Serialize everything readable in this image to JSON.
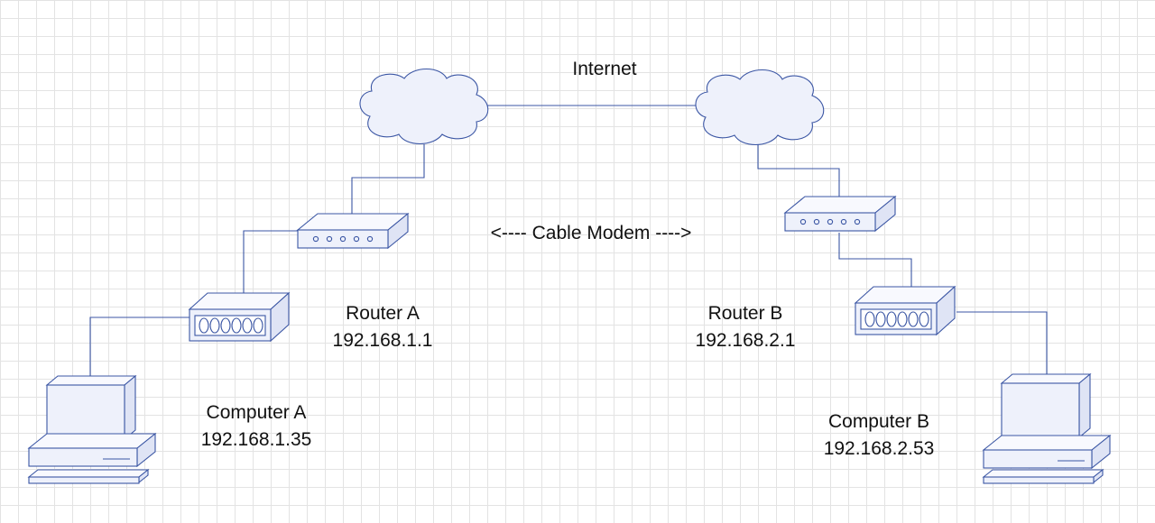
{
  "labels": {
    "internet": "Internet",
    "cable_modem": "<---- Cable Modem ---->",
    "router_a": {
      "name": "Router A",
      "ip": "192.168.1.1"
    },
    "router_b": {
      "name": "Router B",
      "ip": "192.168.2.1"
    },
    "computer_a": {
      "name": "Computer A",
      "ip": "192.168.1.35"
    },
    "computer_b": {
      "name": "Computer B",
      "ip": "192.168.2.53"
    }
  },
  "colors": {
    "stroke": "#3b56a4",
    "fill": "#eef1fb",
    "grid": "#e3e3e3"
  },
  "icons": [
    "cloud-icon",
    "cable-modem-icon",
    "router-icon",
    "computer-icon"
  ]
}
